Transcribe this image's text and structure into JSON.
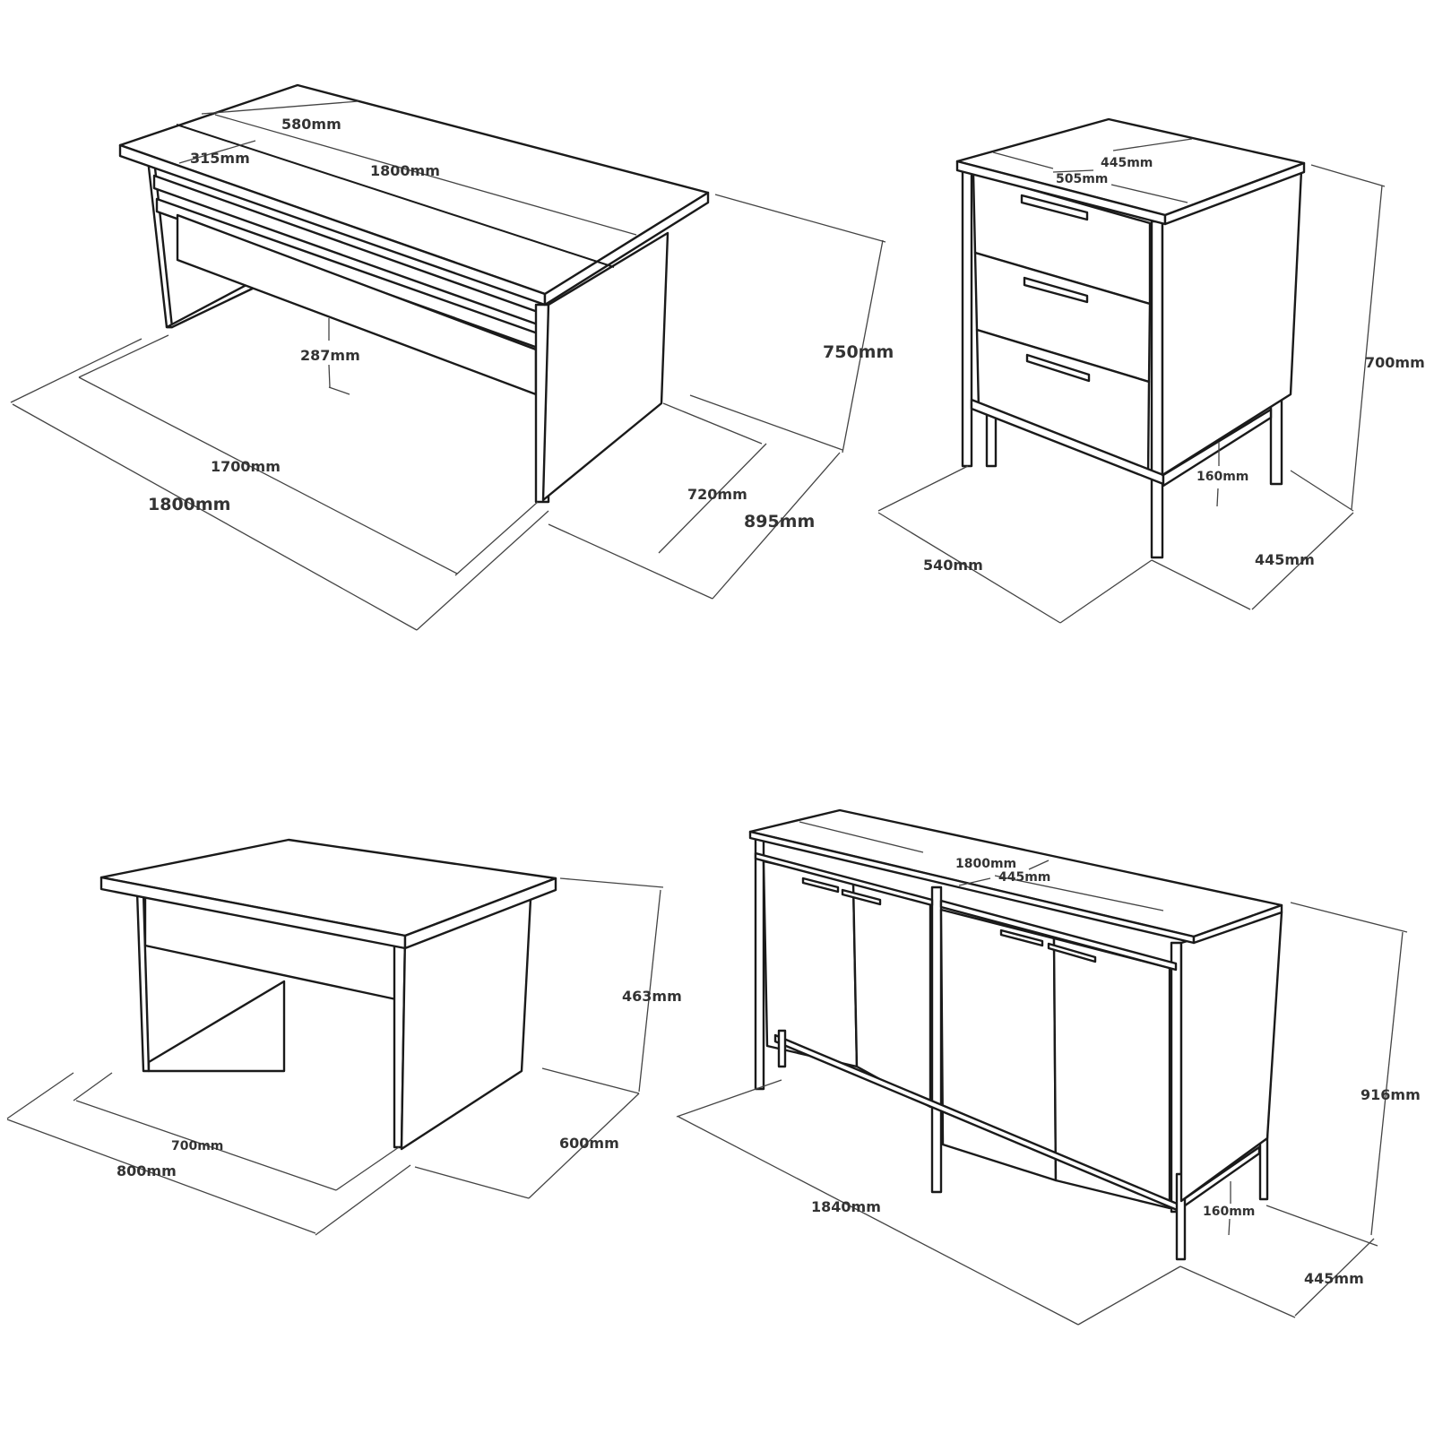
{
  "diagram": {
    "type": "furniture-dimension-drawings",
    "units": "mm",
    "colors": {
      "line": "#1a1a1a",
      "dimension": "#444444",
      "label": "#333333",
      "background": "#ffffff"
    },
    "items": [
      {
        "id": "desk",
        "name": "Desk",
        "labels": {
          "top_depth": "580mm",
          "top_offset": "315mm",
          "top_length": "1800mm",
          "modesty_panel": "287mm",
          "inner_length": "1700mm",
          "overall_length": "1800mm",
          "height": "750mm",
          "inner_depth": "720mm",
          "overall_depth": "895mm"
        }
      },
      {
        "id": "drawer-unit",
        "name": "3-Drawer Cabinet",
        "labels": {
          "top_depth": "445mm",
          "top_width": "505mm",
          "height": "700mm",
          "leg_height": "160mm",
          "width": "540mm",
          "depth": "445mm"
        }
      },
      {
        "id": "side-table",
        "name": "Side Table",
        "labels": {
          "height": "463mm",
          "inner_width": "700mm",
          "width": "800mm",
          "depth": "600mm"
        }
      },
      {
        "id": "sideboard",
        "name": "Sideboard",
        "labels": {
          "top_length": "1800mm",
          "top_depth": "445mm",
          "height": "916mm",
          "leg_height": "160mm",
          "length": "1840mm",
          "depth": "445mm"
        }
      }
    ]
  }
}
